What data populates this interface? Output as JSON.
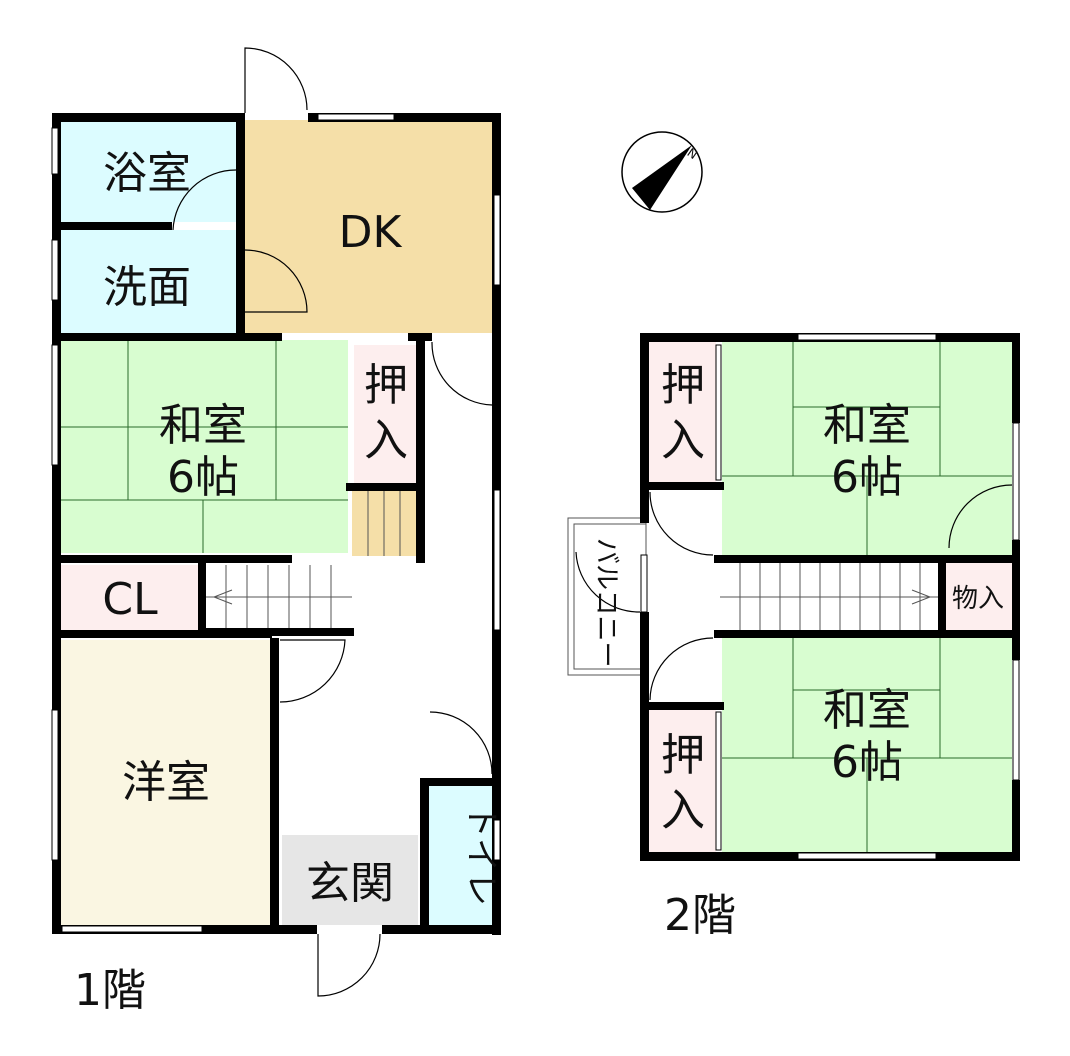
{
  "floor1": {
    "label": "1階",
    "rooms": {
      "bath": "浴室",
      "washroom": "洗面",
      "dk": "DK",
      "washitsu_name": "和室",
      "washitsu_size": "6帖",
      "closet_top": "押",
      "closet_bottom": "入",
      "cl": "CL",
      "youshitsu": "洋室",
      "genkan": "玄関",
      "toilet": "トイレ"
    }
  },
  "floor2": {
    "label": "2階",
    "rooms": {
      "room_a_name": "和室",
      "room_a_size": "6帖",
      "room_b_name": "和室",
      "room_b_size": "6帖",
      "closet_top": "押",
      "closet_bottom": "入",
      "storage": "物入",
      "balcony": "バルコニー"
    }
  },
  "compass": {
    "label": "N"
  },
  "colors": {
    "water": "#dcfcff",
    "dk": "#f5dfa8",
    "tatami": "#d8fdd0",
    "closet": "#fdeeee",
    "western": "#faf6e2",
    "entrance": "#e6e6e6"
  }
}
